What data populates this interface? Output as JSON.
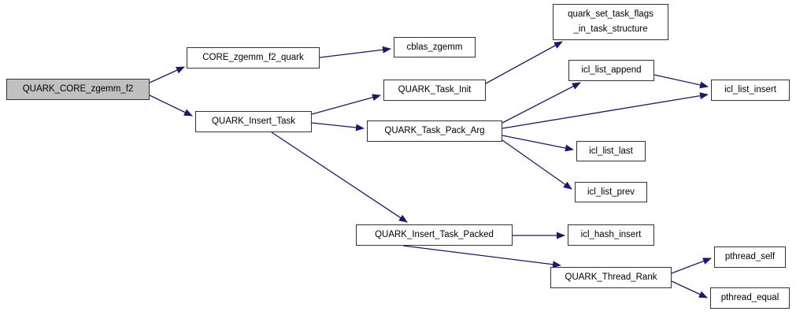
{
  "diagram": {
    "type": "call-graph",
    "root_function": "QUARK_CORE_zgemm_f2",
    "colors": {
      "background": "#ffffff",
      "edge": "#191970",
      "node_border": "#333333",
      "node_fill": "#ffffff",
      "highlight_fill": "#c0c0c0",
      "text": "#000000"
    },
    "nodes": [
      {
        "id": "quark-core-zgemm-f2",
        "label": "QUARK_CORE_zgemm_f2",
        "highlighted": true
      },
      {
        "id": "core-zgemm-f2-quark",
        "label": "CORE_zgemm_f2_quark",
        "highlighted": false
      },
      {
        "id": "cblas-zgemm",
        "label": "cblas_zgemm",
        "highlighted": false
      },
      {
        "id": "quark-insert-task",
        "label": "QUARK_Insert_Task",
        "highlighted": false
      },
      {
        "id": "quark-task-init",
        "label": "QUARK_Task_Init",
        "highlighted": false
      },
      {
        "id": "quark-set-task-flags-in-task-structure",
        "label": "quark_set_task_flags\n_in_task_structure",
        "highlighted": false
      },
      {
        "id": "icl-list-append",
        "label": "icl_list_append",
        "highlighted": false
      },
      {
        "id": "icl-list-insert",
        "label": "icl_list_insert",
        "highlighted": false
      },
      {
        "id": "quark-task-pack-arg",
        "label": "QUARK_Task_Pack_Arg",
        "highlighted": false
      },
      {
        "id": "icl-list-last",
        "label": "icl_list_last",
        "highlighted": false
      },
      {
        "id": "icl-list-prev",
        "label": "icl_list_prev",
        "highlighted": false
      },
      {
        "id": "quark-insert-task-packed",
        "label": "QUARK_Insert_Task_Packed",
        "highlighted": false
      },
      {
        "id": "icl-hash-insert",
        "label": "icl_hash_insert",
        "highlighted": false
      },
      {
        "id": "quark-thread-rank",
        "label": "QUARK_Thread_Rank",
        "highlighted": false
      },
      {
        "id": "pthread-self",
        "label": "pthread_self",
        "highlighted": false
      },
      {
        "id": "pthread-equal",
        "label": "pthread_equal",
        "highlighted": false
      }
    ],
    "edges": [
      {
        "from": "QUARK_CORE_zgemm_f2",
        "to": "CORE_zgemm_f2_quark"
      },
      {
        "from": "QUARK_CORE_zgemm_f2",
        "to": "QUARK_Insert_Task"
      },
      {
        "from": "CORE_zgemm_f2_quark",
        "to": "cblas_zgemm"
      },
      {
        "from": "QUARK_Insert_Task",
        "to": "QUARK_Task_Init"
      },
      {
        "from": "QUARK_Insert_Task",
        "to": "QUARK_Task_Pack_Arg"
      },
      {
        "from": "QUARK_Insert_Task",
        "to": "QUARK_Insert_Task_Packed"
      },
      {
        "from": "QUARK_Task_Init",
        "to": "quark_set_task_flags_in_task_structure"
      },
      {
        "from": "QUARK_Task_Pack_Arg",
        "to": "icl_list_append"
      },
      {
        "from": "QUARK_Task_Pack_Arg",
        "to": "icl_list_insert"
      },
      {
        "from": "QUARK_Task_Pack_Arg",
        "to": "icl_list_last"
      },
      {
        "from": "QUARK_Task_Pack_Arg",
        "to": "icl_list_prev"
      },
      {
        "from": "icl_list_append",
        "to": "icl_list_insert"
      },
      {
        "from": "QUARK_Insert_Task_Packed",
        "to": "icl_hash_insert"
      },
      {
        "from": "QUARK_Insert_Task_Packed",
        "to": "QUARK_Thread_Rank"
      },
      {
        "from": "QUARK_Thread_Rank",
        "to": "pthread_self"
      },
      {
        "from": "QUARK_Thread_Rank",
        "to": "pthread_equal"
      }
    ]
  }
}
